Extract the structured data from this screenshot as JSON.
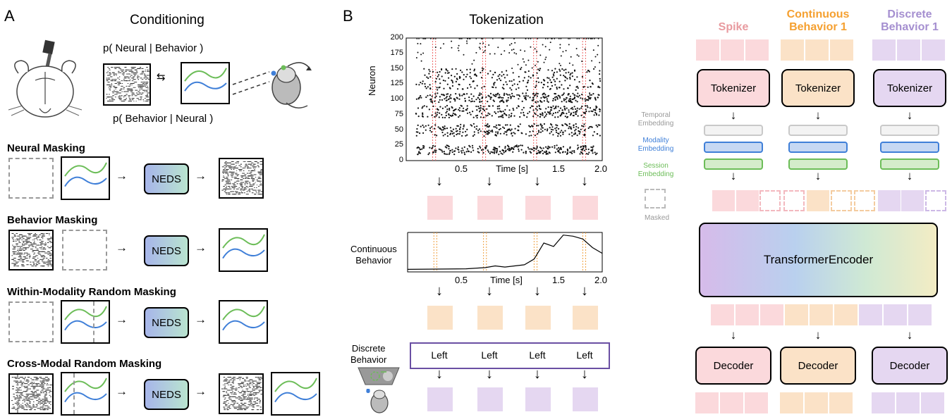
{
  "panelA": {
    "letter": "A",
    "title": "Conditioning",
    "p_neural_given_behavior": "p( Neural | Behavior )",
    "p_behavior_given_neural": "p( Behavior | Neural )",
    "model_label": "NEDS",
    "arrow": "→",
    "rows": [
      {
        "title": "Neural Masking"
      },
      {
        "title": "Behavior Masking"
      },
      {
        "title": "Within-Modality Random Masking"
      },
      {
        "title": "Cross-Modal Random Masking"
      }
    ]
  },
  "panelB": {
    "letter": "B",
    "title": "Tokenization",
    "raster": {
      "ylabel": "Neuron",
      "xlabel": "Time [s]",
      "yticks": [
        "0",
        "25",
        "50",
        "75",
        "100",
        "125",
        "150",
        "175",
        "200"
      ],
      "xticks": [
        "0.5",
        "1.5",
        "2.0"
      ]
    },
    "continuous": {
      "label_line1": "Continuous",
      "label_line2": "Behavior",
      "xlabel": "Time [s]",
      "xticks": [
        "0.5",
        "1.5",
        "2.0"
      ]
    },
    "discrete": {
      "label_line1": "Discrete",
      "label_line2": "Behavior",
      "values": [
        "Left",
        "Left",
        "Left",
        "Left"
      ]
    },
    "down_arrow": "↓"
  },
  "panelC": {
    "headers": [
      {
        "text": "Spike",
        "color": "#e89a9f"
      },
      {
        "text_line1": "Continuous",
        "text_line2": "Behavior 1",
        "color": "#f5a030"
      },
      {
        "text_line1": "Discrete",
        "text_line2": "Behavior 1",
        "color": "#a58fd0"
      }
    ],
    "tokenizer_label": "Tokenizer",
    "decoder_label": "Decoder",
    "encoder_line1": "Transformer",
    "encoder_line2": "Encoder",
    "legend": {
      "temporal_line1": "Temporal",
      "temporal_line2": "Embedding",
      "modality_line1": "Modality",
      "modality_line2": "Embedding",
      "session_line1": "Session",
      "session_line2": "Embedding",
      "masked": "Masked"
    },
    "colors": {
      "temporal": "#c9c9c9",
      "modality": "#3f7fd8",
      "session": "#6cbd58",
      "spike_fill": "#fbd9dc",
      "continuous_fill": "#fbe2c7",
      "discrete_fill": "#e5d7f1"
    }
  },
  "chart_data": [
    {
      "type": "scatter",
      "ylabel": "Neuron",
      "xlabel": "Time [s]",
      "xlim": [
        0,
        2.0
      ],
      "ylim": [
        0,
        200
      ],
      "yticks": [
        0,
        25,
        50,
        75,
        100,
        125,
        150,
        175,
        200
      ],
      "xticks": [
        0.5,
        1.5,
        2.0
      ]
    },
    {
      "type": "line",
      "xlabel": "Time [s]",
      "xlim": [
        0,
        2.0
      ],
      "xticks": [
        0.5,
        1.5,
        2.0
      ],
      "x": [
        0.0,
        0.6,
        0.8,
        0.9,
        1.0,
        1.2,
        1.3,
        1.4,
        1.5,
        1.6,
        1.7,
        1.8,
        1.9,
        2.0
      ],
      "y": [
        0.02,
        0.03,
        0.05,
        0.08,
        0.06,
        0.1,
        0.2,
        0.48,
        0.42,
        0.62,
        0.6,
        0.55,
        0.4,
        0.3
      ]
    }
  ]
}
